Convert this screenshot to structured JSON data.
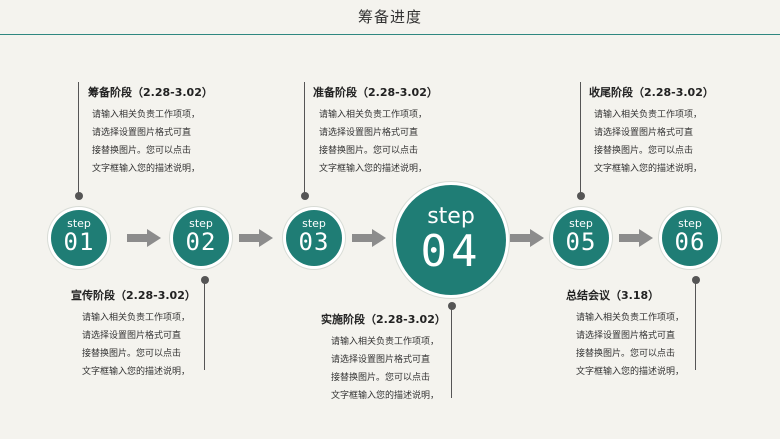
{
  "title": "筹备进度",
  "steps": [
    {
      "word": "step",
      "num": "01"
    },
    {
      "word": "step",
      "num": "02"
    },
    {
      "word": "step",
      "num": "03"
    },
    {
      "word": "step",
      "num": "04"
    },
    {
      "word": "step",
      "num": "05"
    },
    {
      "word": "step",
      "num": "06"
    }
  ],
  "phases": [
    {
      "heading": "筹备阶段（2.28-3.02）",
      "lines": [
        "请输入相关负责工作项项，",
        "请选择设置图片格式可直",
        "接替换图片。您可以点击",
        "文字框输入您的描述说明，"
      ]
    },
    {
      "heading": "宣传阶段（2.28-3.02）",
      "lines": [
        "请输入相关负责工作项项，",
        "请选择设置图片格式可直",
        "接替换图片。您可以点击",
        "文字框输入您的描述说明，"
      ]
    },
    {
      "heading": "准备阶段（2.28-3.02）",
      "lines": [
        "请输入相关负责工作项项，",
        "请选择设置图片格式可直",
        "接替换图片。您可以点击",
        "文字框输入您的描述说明，"
      ]
    },
    {
      "heading": "实施阶段（2.28-3.02）",
      "lines": [
        "请输入相关负责工作项项，",
        "请选择设置图片格式可直",
        "接替换图片。您可以点击",
        "文字框输入您的描述说明，"
      ]
    },
    {
      "heading": "收尾阶段（2.28-3.02）",
      "lines": [
        "请输入相关负责工作项项，",
        "请选择设置图片格式可直",
        "接替换图片。您可以点击",
        "文字框输入您的描述说明，"
      ]
    },
    {
      "heading": "总结会议（3.18）",
      "lines": [
        "请输入相关负责工作项项，",
        "请选择设置图片格式可直",
        "接替换图片。您可以点击",
        "文字框输入您的描述说明，"
      ]
    }
  ],
  "colors": {
    "accent": "#1f7d75",
    "arrow": "#8c8c8c",
    "connector": "#555555"
  }
}
